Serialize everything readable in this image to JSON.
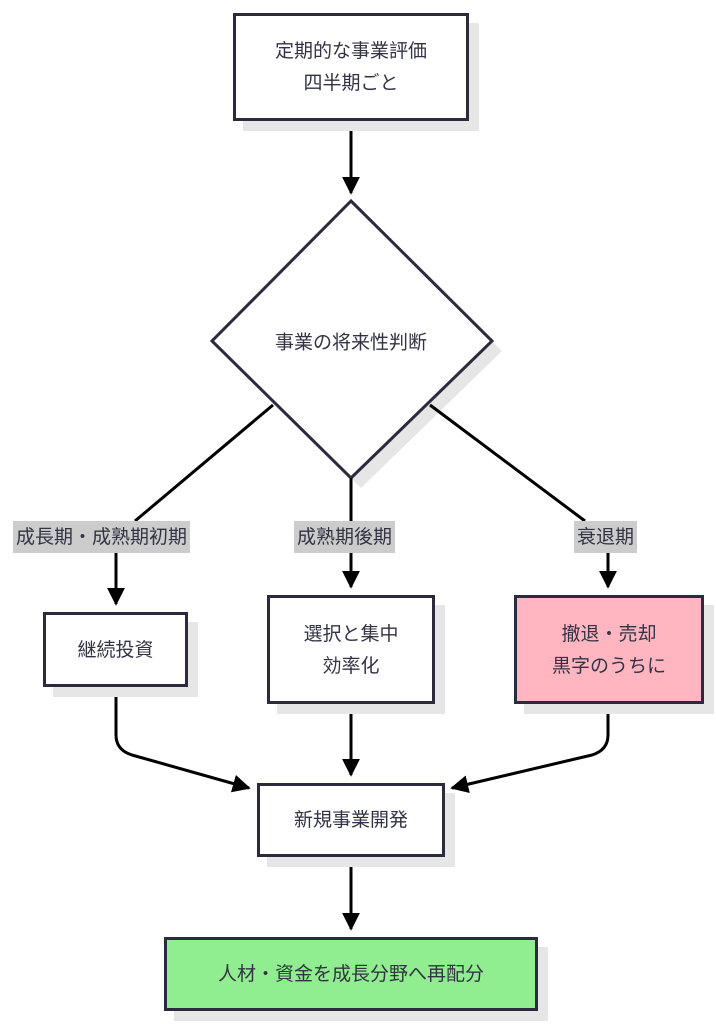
{
  "nodes": {
    "start": {
      "line1": "定期的な事業評価",
      "line2": "四半期ごと"
    },
    "decision": {
      "text": "事業の将来性判断"
    },
    "invest": {
      "text": "継続投資"
    },
    "focus": {
      "line1": "選択と集中",
      "line2": "効率化"
    },
    "exit": {
      "line1": "撤退・売却",
      "line2": "黒字のうちに"
    },
    "newbiz": {
      "text": "新規事業開発"
    },
    "realloc": {
      "text": "人材・資金を成長分野へ再配分"
    }
  },
  "edge_labels": {
    "growth": "成長期・成熟期初期",
    "late": "成熟期後期",
    "decline": "衰退期"
  },
  "colors": {
    "exit_fill": "#ffb6c1",
    "realloc_fill": "#90ee90",
    "border": "#2b2b3d",
    "label_bg": "#cccccc"
  }
}
